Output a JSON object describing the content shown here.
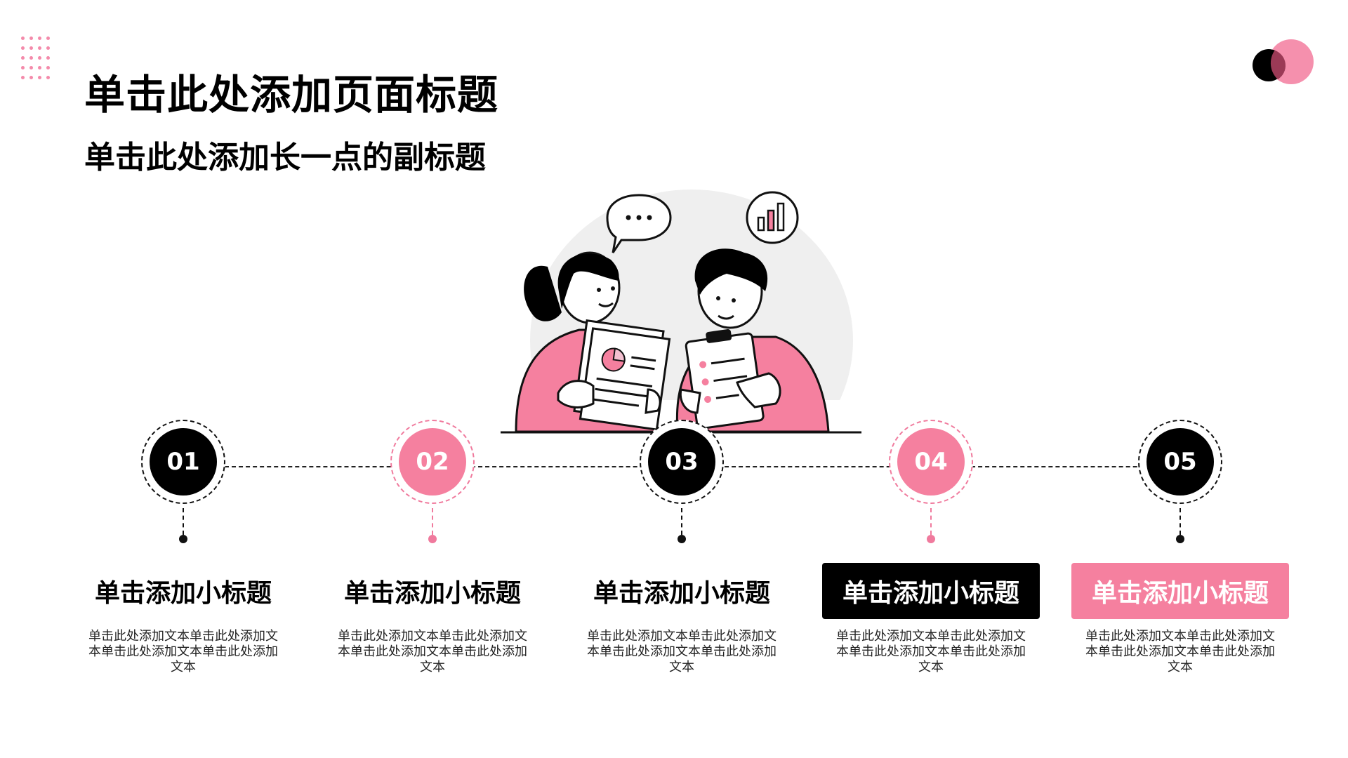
{
  "slide": {
    "title": "单击此处添加页面标题",
    "subtitle": "单击此处添加长一点的副标题"
  },
  "colors": {
    "accent_pink": "#f5809f",
    "dark": "#000000"
  },
  "icons": {
    "top_left": "dot-grid-icon",
    "top_right": "overlapping-circles-icon",
    "illustration": "two-people-reviewing-documents-illustration"
  },
  "steps": [
    {
      "number": "01",
      "heading": "单击添加小标题",
      "text": "单击此处添加文本单击此处添加文本单击此处添加文本单击此处添加文本"
    },
    {
      "number": "02",
      "heading": "单击添加小标题",
      "text": "单击此处添加文本单击此处添加文本单击此处添加文本单击此处添加文本"
    },
    {
      "number": "03",
      "heading": "单击添加小标题",
      "text": "单击此处添加文本单击此处添加文本单击此处添加文本单击此处添加文本"
    },
    {
      "number": "04",
      "heading": "单击添加小标题",
      "text": "单击此处添加文本单击此处添加文本单击此处添加文本单击此处添加文本"
    },
    {
      "number": "05",
      "heading": "单击添加小标题",
      "text": "单击此处添加文本单击此处添加文本单击此处添加文本单击此处添加文本"
    }
  ]
}
